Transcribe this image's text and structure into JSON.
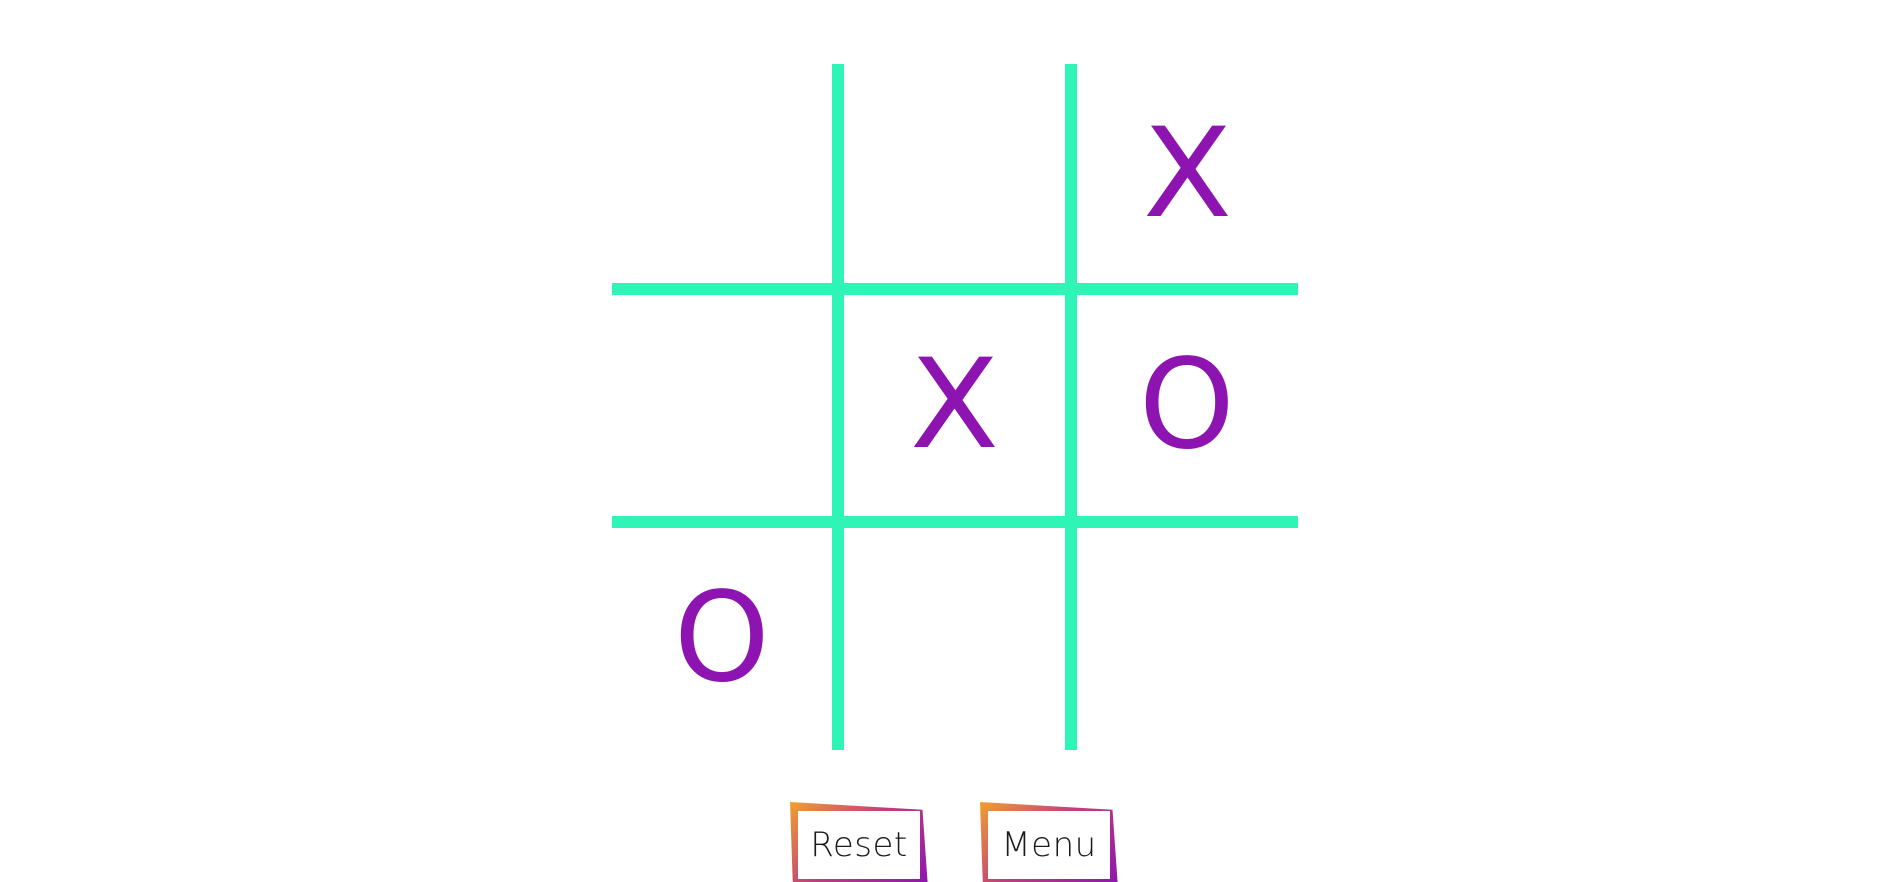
{
  "board": {
    "cells": [
      "",
      "",
      "X",
      "",
      "X",
      "O",
      "O",
      "",
      ""
    ],
    "line_color": "#2ef5b5",
    "mark_color": "#8d14b0"
  },
  "buttons": {
    "reset_label": "Reset",
    "menu_label": "Menu",
    "gradient_colors": [
      "#f0a030",
      "#c0407a",
      "#8d14b0"
    ]
  }
}
